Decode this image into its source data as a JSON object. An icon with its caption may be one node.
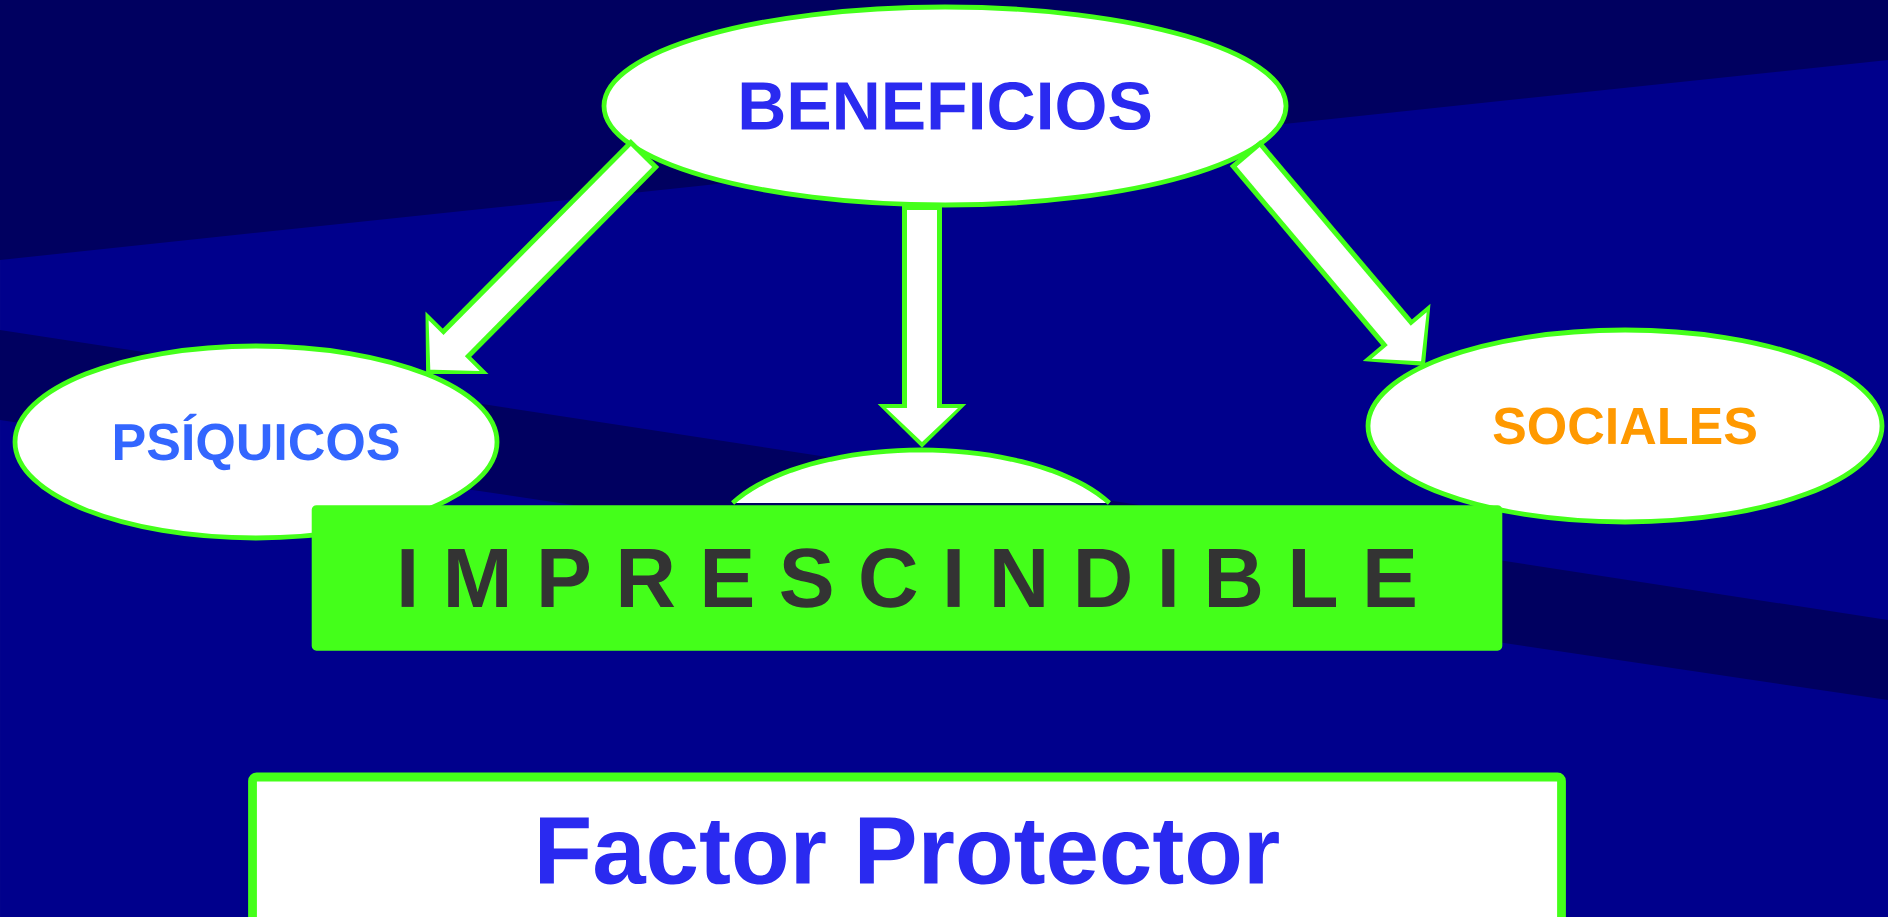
{
  "diagram": {
    "nodes": [
      {
        "text": [
          "BENEFICIOS"
        ]
      },
      {
        "text": [
          "PSÍQUICOS"
        ]
      },
      {
        "text": [],
        "shape": "ellipse"
      },
      {
        "text": [
          "SOCIALES"
        ]
      },
      {
        "text": [
          "I M P R E S C I N D I B L E"
        ]
      },
      {
        "text": [
          "Factor Protector"
        ]
      }
    ],
    "edges": [
      {
        "from": 0,
        "to": 1,
        "arrow": "to"
      },
      {
        "from": 0,
        "to": 2,
        "arrow": "to"
      },
      {
        "from": 0,
        "to": 3,
        "arrow": "to"
      }
    ]
  }
}
